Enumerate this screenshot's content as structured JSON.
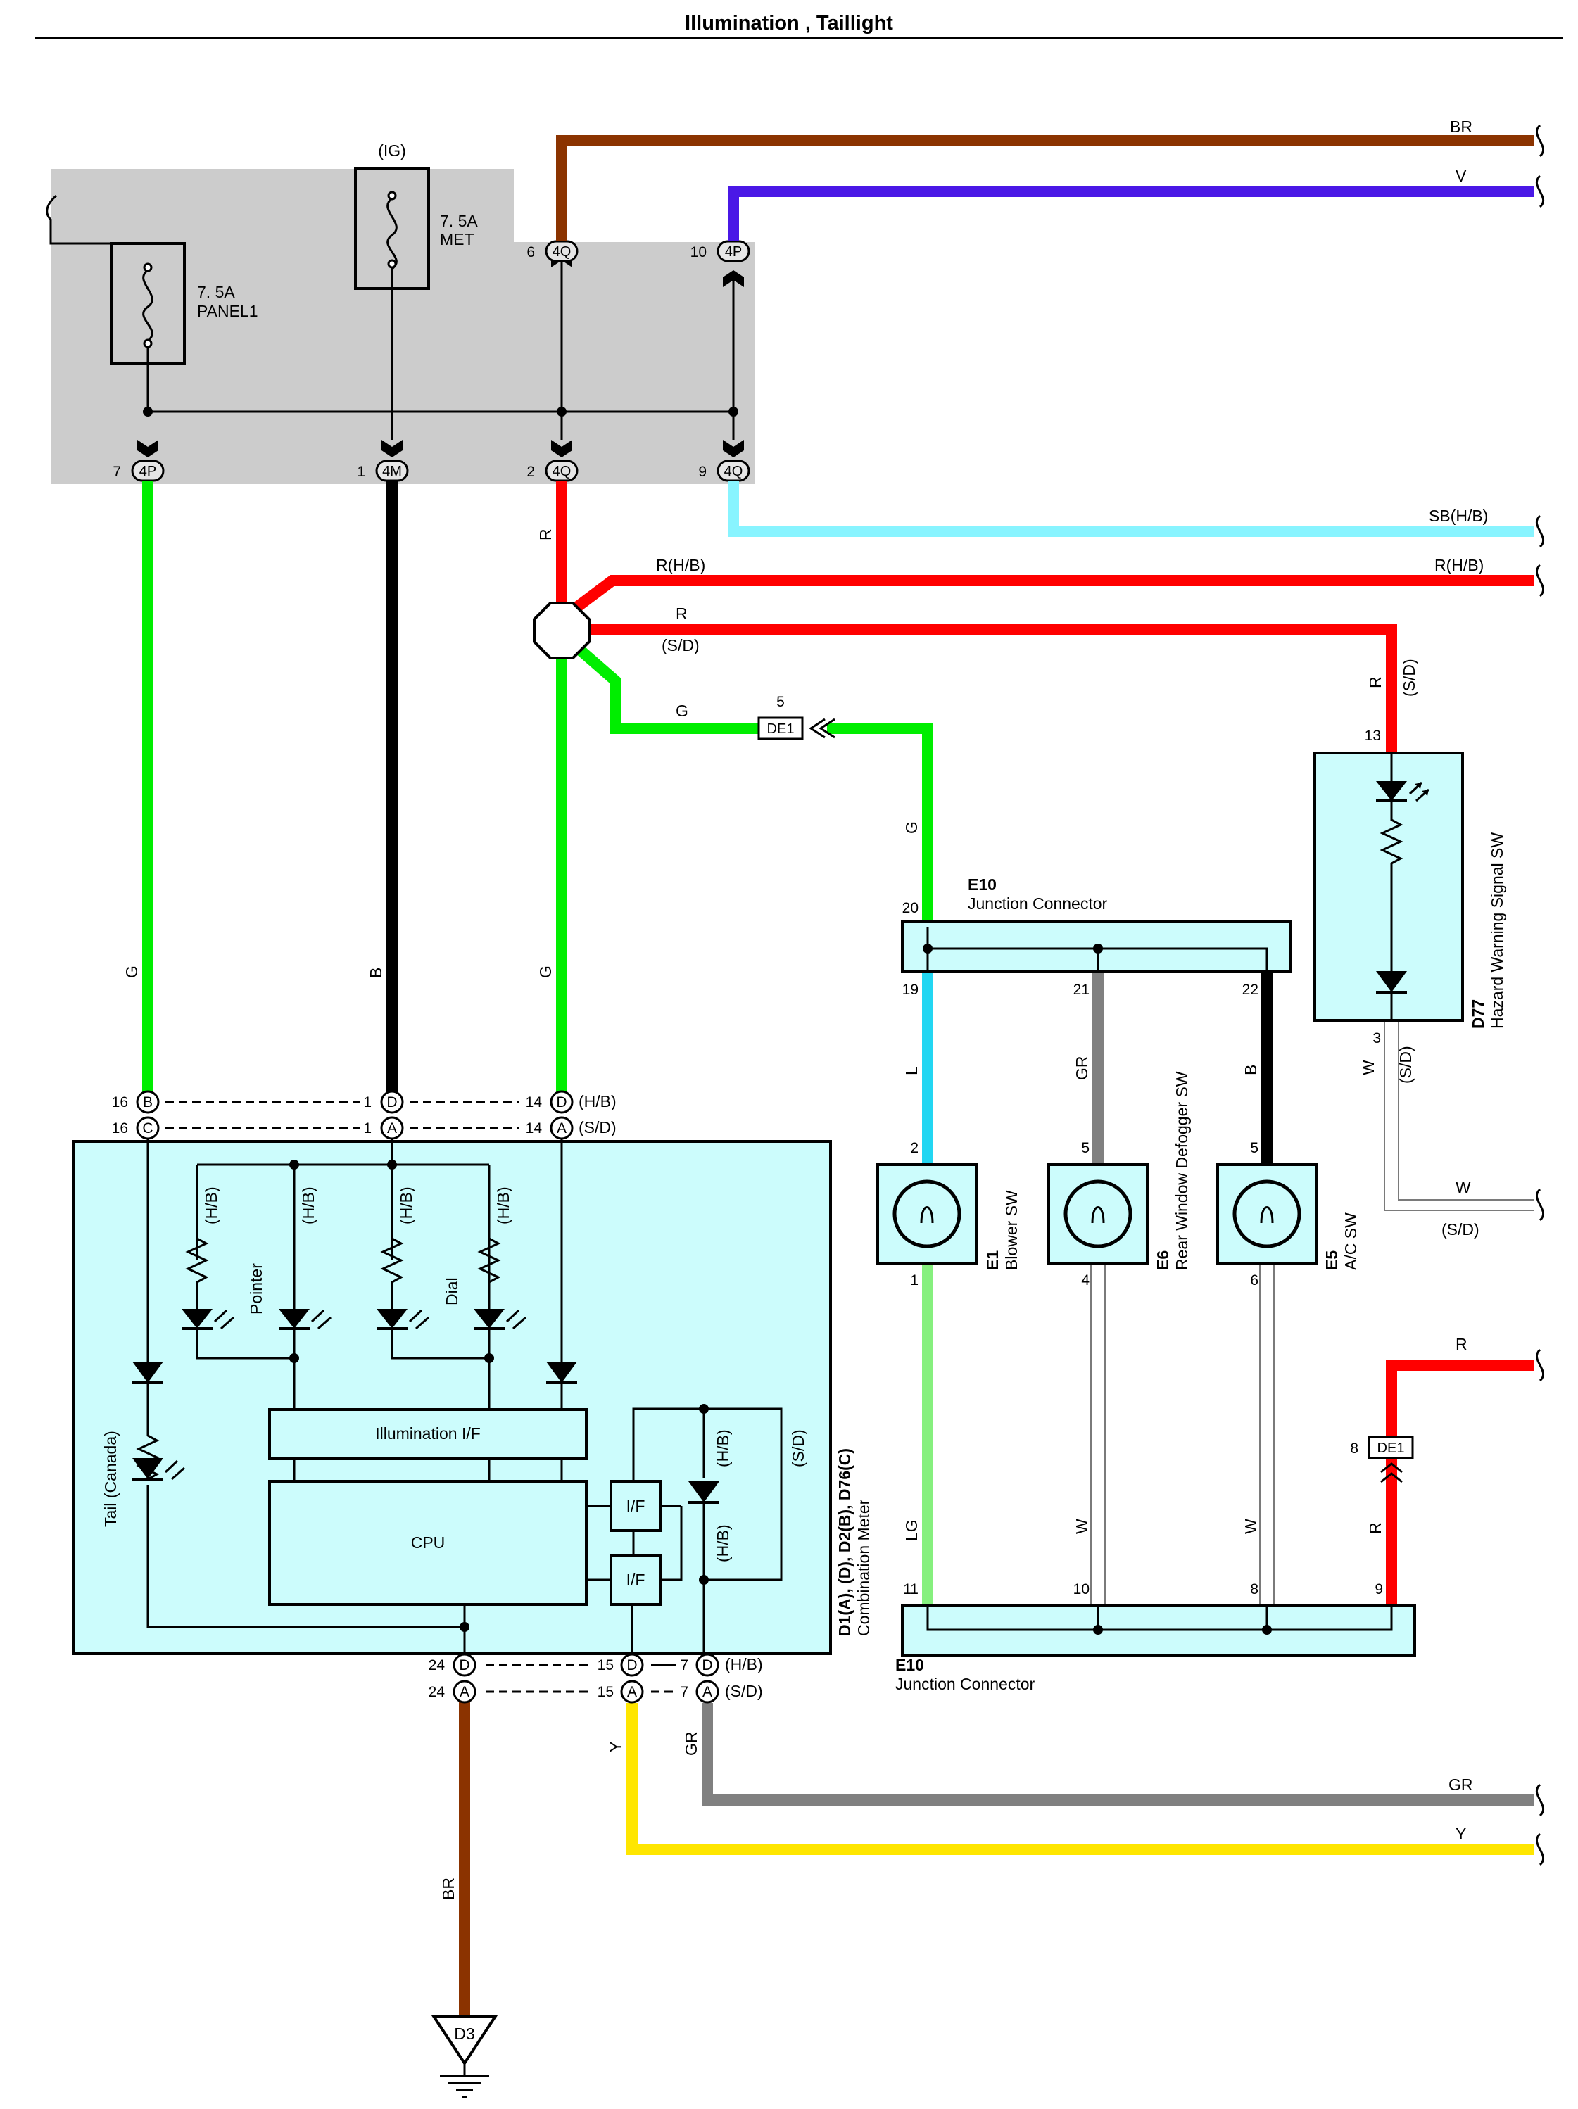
{
  "title": "Illumination , Taillight",
  "colors": {
    "BR": "#8B3300",
    "V": "#4A18E6",
    "R": "#FF0000",
    "G": "#00EE00",
    "B": "#000000",
    "SB": "#88F4FF",
    "L": "#22D6F2",
    "GR": "#808080",
    "LG": "#86F07E",
    "Y": "#FFE600",
    "W": "#999999",
    "fuse_block": "#CCCCCC",
    "component": "#CCFCFC"
  },
  "fuses": {
    "ig_label": "(IG)",
    "met_amp": "7. 5A",
    "met_name": "MET",
    "panel_amp": "7. 5A",
    "panel_name": "PANEL1"
  },
  "connectors": {
    "c4q": "4Q",
    "c4p": "4P",
    "c4m": "4M",
    "de1": "DE1",
    "pin_6": "6",
    "pin_10": "10",
    "pin_7": "7",
    "pin_1": "1",
    "pin_2": "2",
    "pin_9": "9",
    "pin_5": "5",
    "pin_8": "8"
  },
  "wire_labels": {
    "BR": "BR",
    "V": "V",
    "SB_HB": "SB(H/B)",
    "R_HB": "R(H/B)",
    "R": "R",
    "SD": "(S/D)",
    "G": "G",
    "B": "B",
    "L": "L",
    "GR": "GR",
    "W": "W",
    "LG": "LG",
    "Y": "Y"
  },
  "e10": {
    "code": "E10",
    "name": "Junction Connector",
    "pins": {
      "p20": "20",
      "p19": "19",
      "p21": "21",
      "p22": "22",
      "p11": "11",
      "p10": "10",
      "p8": "8",
      "p9": "9"
    }
  },
  "switches": {
    "e1": {
      "code": "E1",
      "name": "Blower SW",
      "pin_top": "2",
      "pin_bot": "1"
    },
    "e6": {
      "code": "E6",
      "name": "Rear Window Defogger SW",
      "pin_top": "5",
      "pin_bot": "4"
    },
    "e5": {
      "code": "E5",
      "name": "A/C SW",
      "pin_top": "5",
      "pin_bot": "6"
    }
  },
  "d77": {
    "code": "D77",
    "name": "Hazard Warning Signal SW",
    "pin_top": "13",
    "pin_bot": "3"
  },
  "meter": {
    "codes": "D1(A), (D), D2(B), D76(C)",
    "name": "Combination Meter",
    "tail": "Tail (Canada)",
    "pointer": "Pointer",
    "dial": "Dial",
    "illum_if": "Illumination I/F",
    "cpu": "CPU",
    "if": "I/F",
    "hb": "(H/B)",
    "sd": "(S/D)",
    "pins": {
      "p16": "16",
      "p1": "1",
      "p14": "14",
      "p24": "24",
      "p15": "15",
      "p7": "7",
      "B": "B",
      "C": "C",
      "D": "D",
      "A": "A"
    }
  },
  "ground": {
    "code": "D3"
  }
}
